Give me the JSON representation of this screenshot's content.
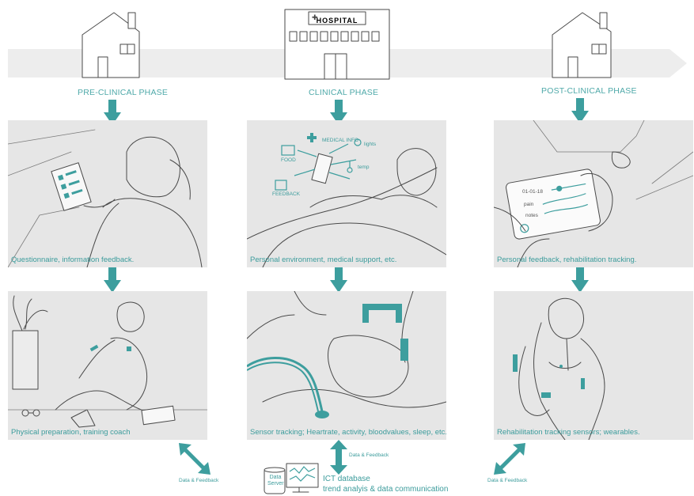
{
  "colors": {
    "accent": "#3d9e9e",
    "label": "#4fa9a9",
    "panel": "#e6e6e6",
    "timeline": "#ededed"
  },
  "hospital_sign": "HOSPITAL",
  "phases": [
    {
      "label": "PRE-CLINICAL PHASE"
    },
    {
      "label": "CLINICAL PHASE"
    },
    {
      "label": "POST-CLINICAL PHASE"
    }
  ],
  "panels": {
    "pre_top": "Questionnaire, information feedback.",
    "clinical_top": "Personal environment, medical support, etc.",
    "post_top": "Personal feedback, rehabilitation tracking.",
    "pre_bottom": "Physical preparation, training coach",
    "clinical_bottom": "Sensor tracking; Heartrate, activity, bloodvalues, sleep, etc.",
    "post_bottom": "Rehabilitation tracking sensors; wearables."
  },
  "sketch_notes": {
    "medical_info": "MEDICAL INFO",
    "lights": "lights",
    "food": "FOOD",
    "temp": "temp",
    "feedback": "FEEDBACK",
    "date": "01-01-18",
    "pain": "pain",
    "notes": "notes"
  },
  "feedback_labels": {
    "left": "Data & Feedback",
    "center": "Data & Feedback",
    "right": "Data & Feedback"
  },
  "server_label": "Data Server",
  "ict": {
    "title": "ICT database",
    "subtitle": "trend analyis & data communication"
  }
}
